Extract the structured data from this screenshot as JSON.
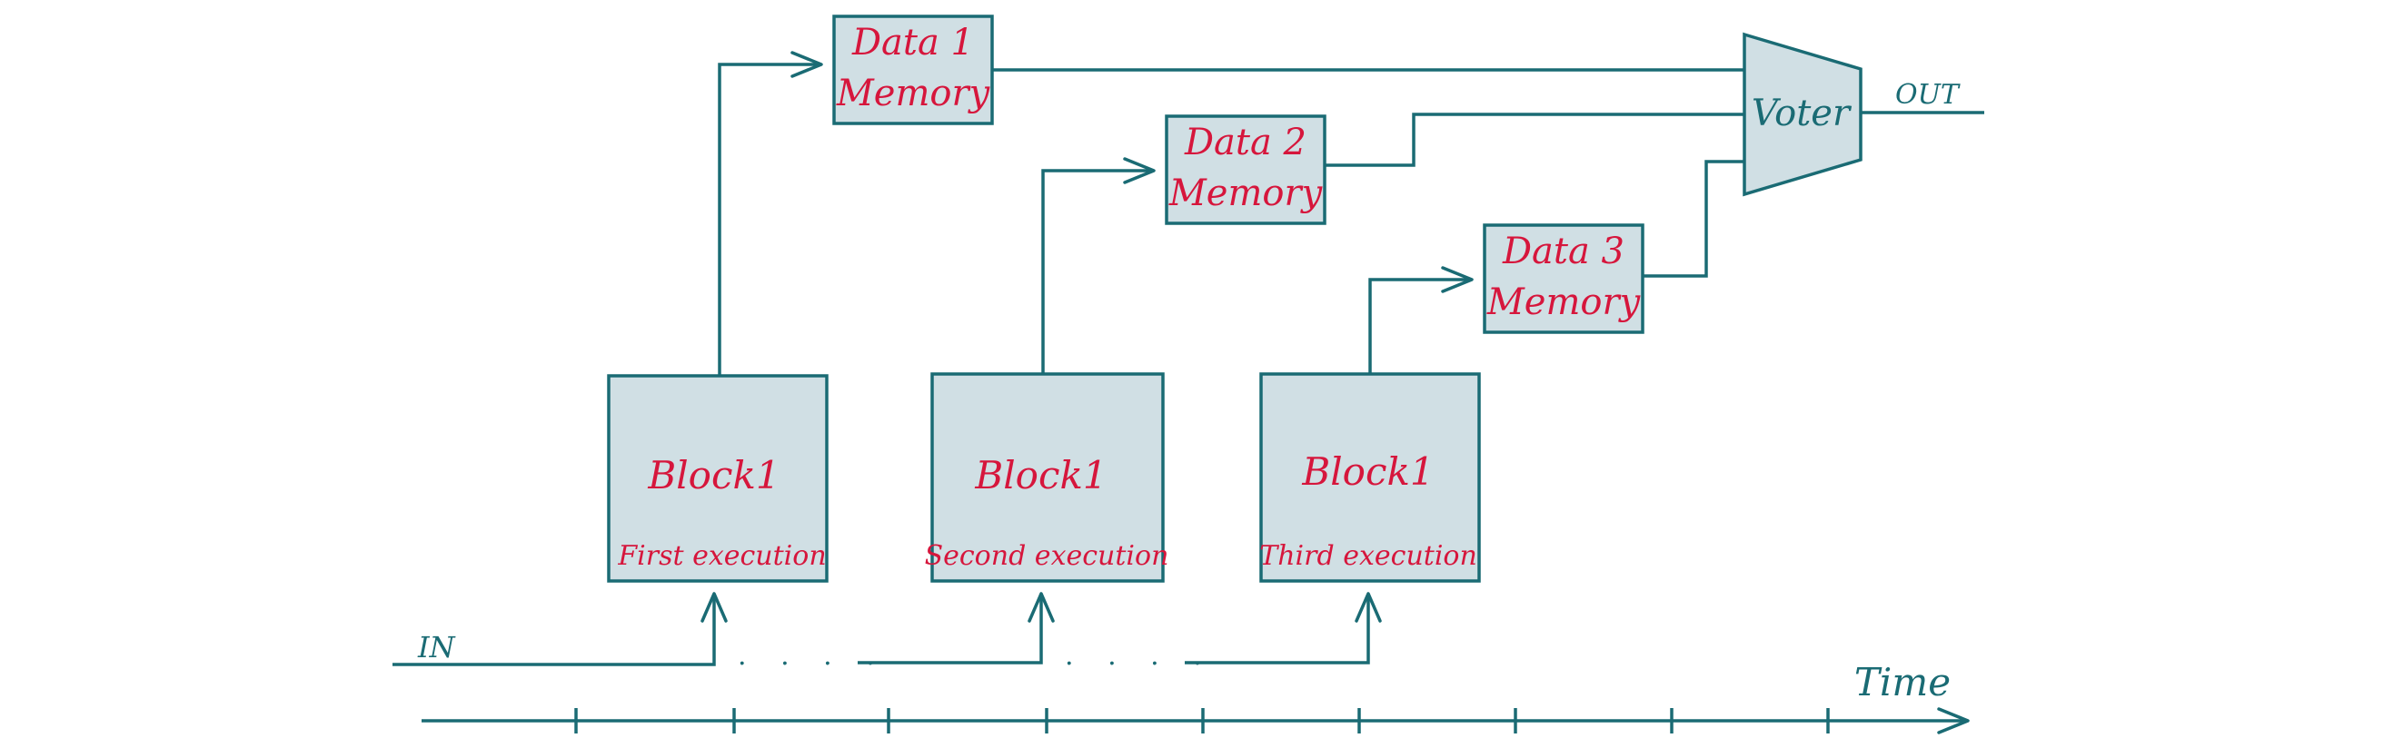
{
  "memories": [
    {
      "line1": "Data 1",
      "line2": "Memory"
    },
    {
      "line1": "Data 2",
      "line2": "Memory"
    },
    {
      "line1": "Data 3",
      "line2": "Memory"
    }
  ],
  "blocks": [
    {
      "name": "Block1",
      "execution": "First execution"
    },
    {
      "name": "Block1",
      "execution": "Second execution"
    },
    {
      "name": "Block1",
      "execution": "Third execution"
    }
  ],
  "voter": {
    "label": "Voter"
  },
  "io": {
    "in_label": "IN",
    "out_label": "OUT"
  },
  "timeline": {
    "label": "Time"
  },
  "ellipsis": ". . . .",
  "colors": {
    "accent": "#1a6b74",
    "box_fill": "#d0dfe4",
    "label": "#d6163c"
  }
}
